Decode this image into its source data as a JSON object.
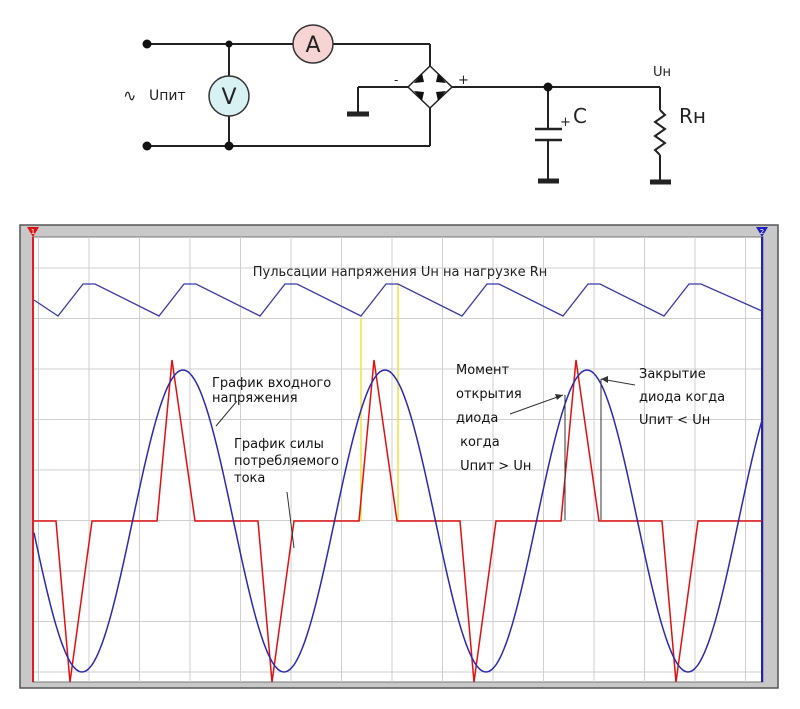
{
  "circuit": {
    "ammeter_label": "A",
    "voltmeter_label": "V",
    "source_label": "Uпит",
    "source_symbol": "∿",
    "bridge_minus": "-",
    "bridge_plus": "+",
    "capacitor_label": "C",
    "capacitor_plus": "+",
    "load_voltage_label": "Uн",
    "resistor_label": "Rн"
  },
  "scope": {
    "title": "Пульсации напряжения Uн на нагрузке Rн",
    "marker_left": "1",
    "marker_right": "2",
    "annotations": {
      "input_voltage": [
        "График входного",
        "напряжения"
      ],
      "current": [
        "График силы",
        "потребляемого",
        "тока"
      ],
      "open_moment": [
        "Момент",
        "открытия",
        "диода",
        " когда",
        " Uпит > Uн"
      ],
      "close_moment": [
        "Закрытие",
        "диода когда",
        "Uпит < Uн"
      ]
    },
    "colors": {
      "voltage": "#2a2ab0",
      "current": "#e01010",
      "ripple": "#3a3aa8",
      "cursor": "#f0e040"
    }
  }
}
